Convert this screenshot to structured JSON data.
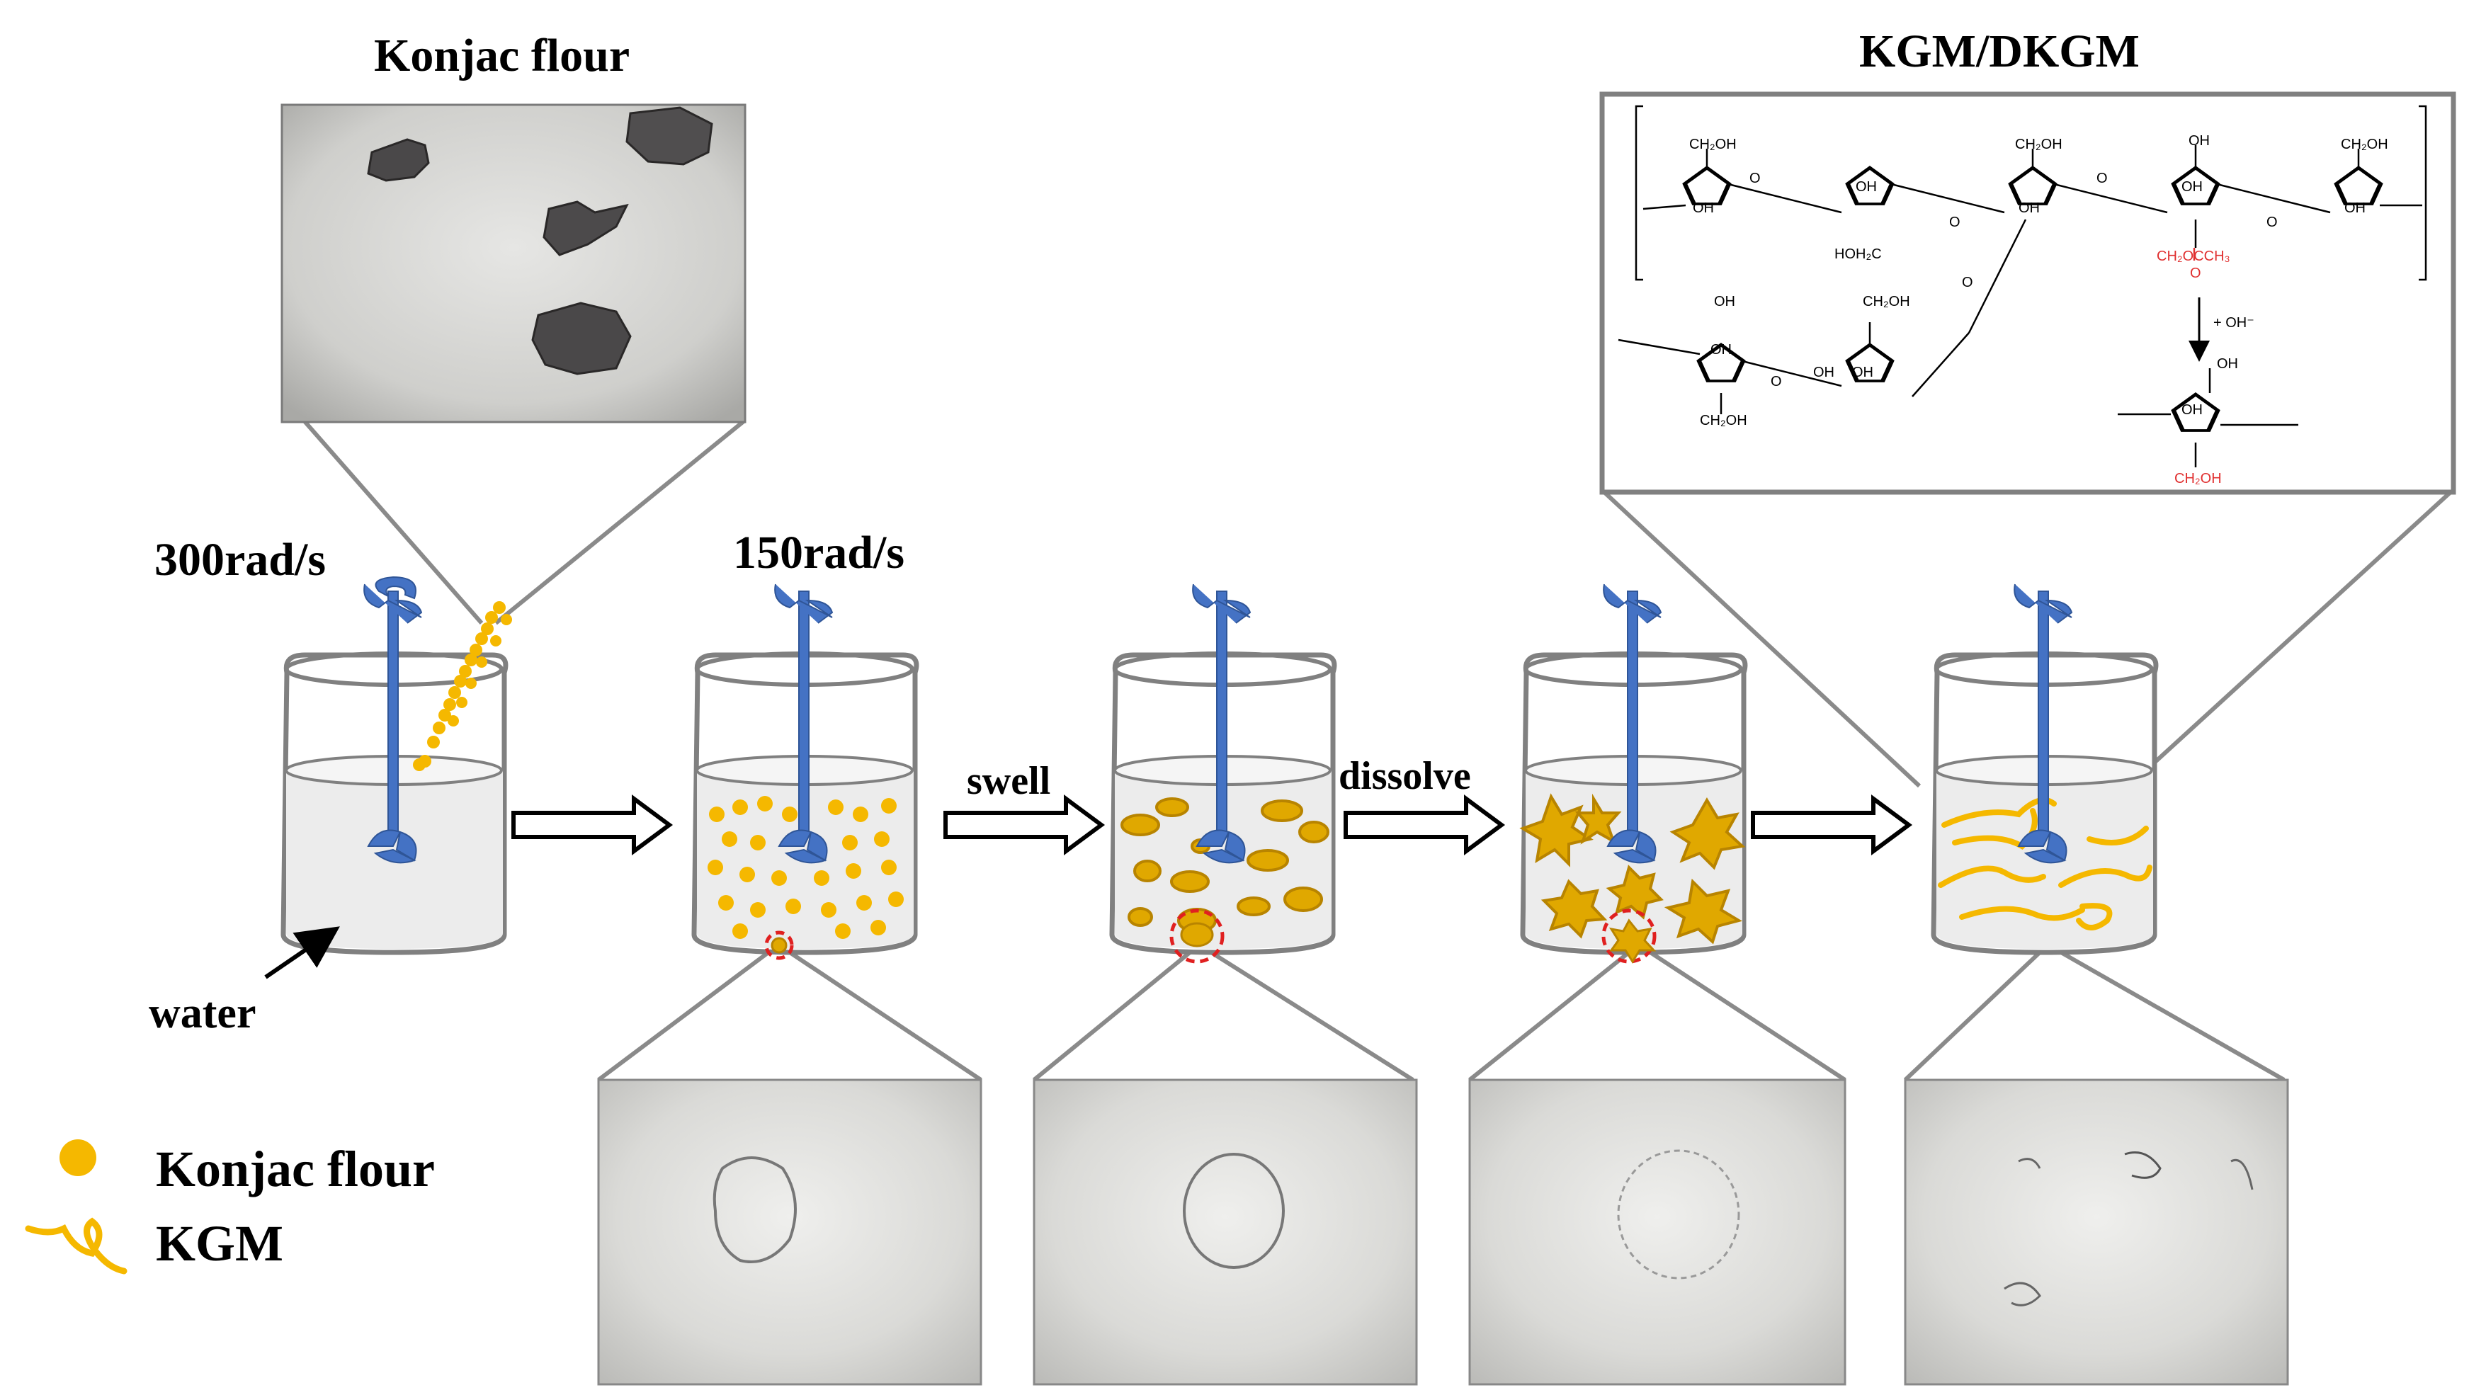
{
  "titles": {
    "konjac_flour": "Konjac flour",
    "kgm_dkgm": "KGM/DKGM"
  },
  "speeds": {
    "first": "300rad/s",
    "second": "150rad/s"
  },
  "steps": {
    "swell": "swell",
    "dissolve": "dissolve"
  },
  "labels": {
    "water": "water"
  },
  "legend": {
    "items": [
      {
        "label": "Konjac flour",
        "symbol": "yellow-dot-icon"
      },
      {
        "label": "KGM",
        "symbol": "yellow-fiber-icon"
      }
    ]
  },
  "chem": {
    "ch2oh": "CH₂OH",
    "oh": "OH",
    "o": "O",
    "hoh2c": "HOH₂C",
    "acetyl": "CH₂OCCH₃",
    "carbonyl_o": "O",
    "reagent": "+ OH⁻",
    "ch2oh_red": "CH₂OH"
  },
  "colors": {
    "particle": "#f5b800",
    "particle_dark": "#c98f00",
    "stirrer": "#4472c4",
    "beaker_outline": "#808080",
    "water_fill": "#ececec",
    "highlight": "#e02020",
    "acetyl_red": "#e03030",
    "callout_line": "#8a8a8a",
    "photo_bg": "#c8c8c8"
  }
}
